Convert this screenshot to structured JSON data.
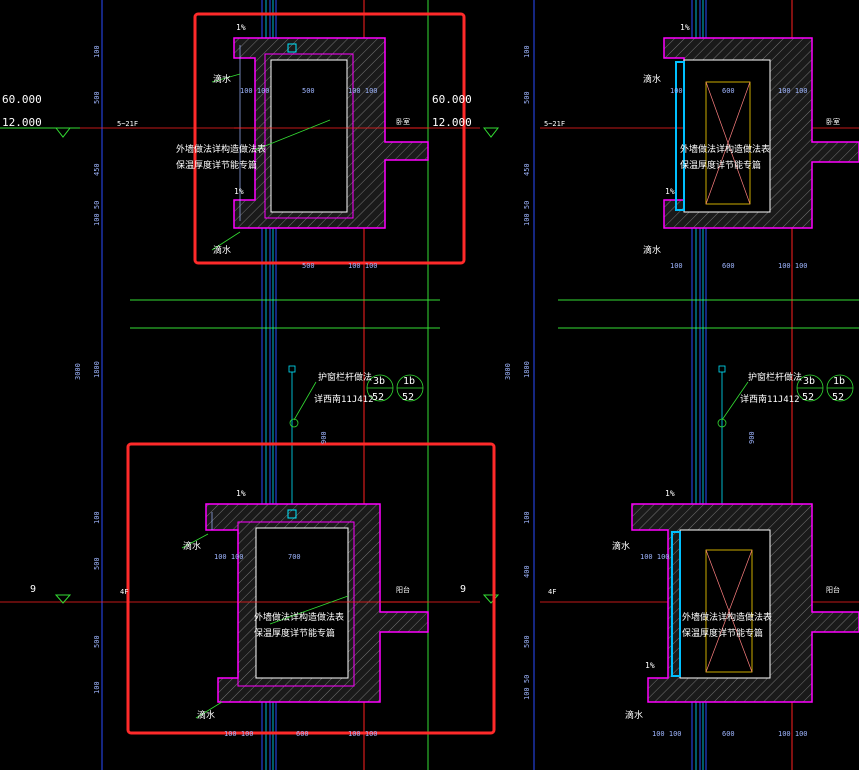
{
  "colors": {
    "background": "#000000",
    "wall": "#ff00ff",
    "text": "#ffffff",
    "dim": "#9fb6ff",
    "axis_blue": "#2a4cff",
    "axis_red": "#ff2020",
    "leader_green": "#33dd33",
    "highlight": "#ff2a2a",
    "cyan": "#00e5ff",
    "insulation": "#00c0ff",
    "yellow": "#ffd800"
  },
  "levels": {
    "upper_value_1": "60.000",
    "upper_value_2": "12.000",
    "lower_value": "9",
    "floor_range": "5~21F",
    "floor_4": "4F"
  },
  "dims": {
    "d100": "100",
    "d500": "500",
    "d450": "450",
    "d600": "600",
    "d700": "700",
    "d400": "400",
    "d900": "900",
    "d1800": "1800",
    "d3000": "3000",
    "d100_50": "100 50",
    "d100_100": "100 100"
  },
  "notes": {
    "drip": "滴水",
    "slope": "1%",
    "wall_note_1": "外墙做法详构造做法表",
    "wall_note_2": "保温厚度详节能专篇",
    "room_a": "卧室",
    "room_b": "阳台",
    "railing": "护窗栏杆做法",
    "railing_ref": "详西南11J412",
    "callout_a_top": "3b",
    "callout_a_bot": "52",
    "callout_b_top": "1b",
    "callout_b_bot": "52"
  }
}
